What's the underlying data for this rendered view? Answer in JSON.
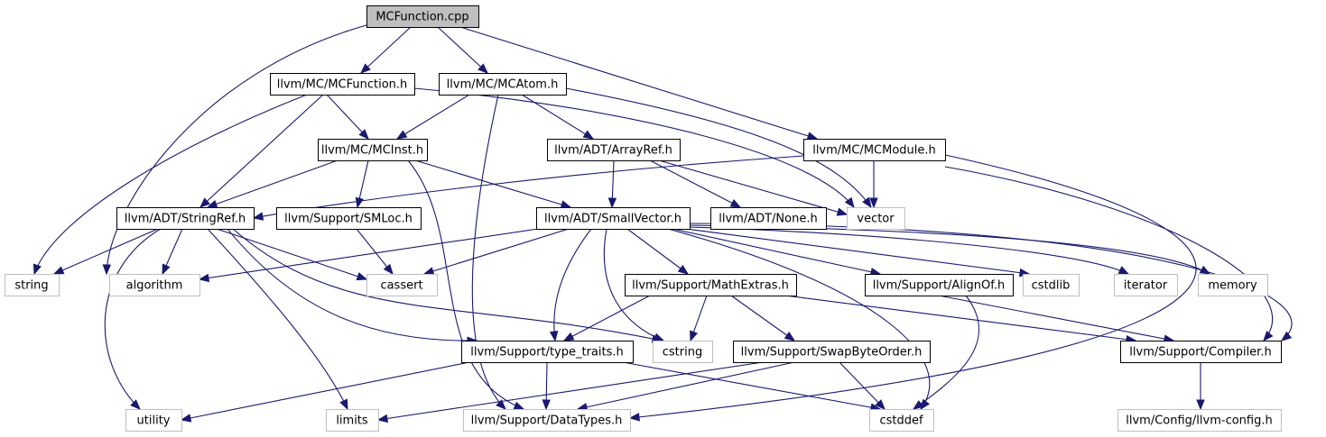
{
  "nodes": [
    {
      "id": "mcfunction_cpp",
      "label": "MCFunction.cpp",
      "kind": "main"
    },
    {
      "id": "mcfunction_h",
      "label": "llvm/MC/MCFunction.h",
      "kind": "local"
    },
    {
      "id": "mcatom_h",
      "label": "llvm/MC/MCAtom.h",
      "kind": "local"
    },
    {
      "id": "mcinst_h",
      "label": "llvm/MC/MCInst.h",
      "kind": "local"
    },
    {
      "id": "arrayref_h",
      "label": "llvm/ADT/ArrayRef.h",
      "kind": "local"
    },
    {
      "id": "mcmodule_h",
      "label": "llvm/MC/MCModule.h",
      "kind": "local"
    },
    {
      "id": "stringref_h",
      "label": "llvm/ADT/StringRef.h",
      "kind": "local"
    },
    {
      "id": "smloc_h",
      "label": "llvm/Support/SMLoc.h",
      "kind": "local"
    },
    {
      "id": "smallvector_h",
      "label": "llvm/ADT/SmallVector.h",
      "kind": "local"
    },
    {
      "id": "none_h",
      "label": "llvm/ADT/None.h",
      "kind": "local"
    },
    {
      "id": "vector",
      "label": "vector",
      "kind": "ext"
    },
    {
      "id": "string",
      "label": "string",
      "kind": "ext"
    },
    {
      "id": "algorithm",
      "label": "algorithm",
      "kind": "ext"
    },
    {
      "id": "cassert",
      "label": "cassert",
      "kind": "ext"
    },
    {
      "id": "mathextras_h",
      "label": "llvm/Support/MathExtras.h",
      "kind": "local"
    },
    {
      "id": "alignof_h",
      "label": "llvm/Support/AlignOf.h",
      "kind": "local"
    },
    {
      "id": "cstdlib",
      "label": "cstdlib",
      "kind": "ext"
    },
    {
      "id": "iterator",
      "label": "iterator",
      "kind": "ext"
    },
    {
      "id": "memory",
      "label": "memory",
      "kind": "ext"
    },
    {
      "id": "type_traits_h",
      "label": "llvm/Support/type_traits.h",
      "kind": "local"
    },
    {
      "id": "cstring",
      "label": "cstring",
      "kind": "ext"
    },
    {
      "id": "swapbyteorder_h",
      "label": "llvm/Support/SwapByteOrder.h",
      "kind": "local"
    },
    {
      "id": "compiler_h",
      "label": "llvm/Support/Compiler.h",
      "kind": "local"
    },
    {
      "id": "utility",
      "label": "utility",
      "kind": "ext"
    },
    {
      "id": "limits",
      "label": "limits",
      "kind": "ext"
    },
    {
      "id": "datatypes_h",
      "label": "llvm/Support/DataTypes.h",
      "kind": "ext"
    },
    {
      "id": "cstddef",
      "label": "cstddef",
      "kind": "ext"
    },
    {
      "id": "llvm_config_h",
      "label": "llvm/Config/llvm-config.h",
      "kind": "ext"
    }
  ],
  "edges": [
    [
      "mcfunction_cpp",
      "mcfunction_h"
    ],
    [
      "mcfunction_cpp",
      "mcatom_h"
    ],
    [
      "mcfunction_cpp",
      "mcmodule_h"
    ],
    [
      "mcfunction_cpp",
      "algorithm"
    ],
    [
      "mcfunction_h",
      "mcinst_h"
    ],
    [
      "mcfunction_h",
      "stringref_h"
    ],
    [
      "mcfunction_h",
      "string"
    ],
    [
      "mcfunction_h",
      "vector"
    ],
    [
      "mcatom_h",
      "mcinst_h"
    ],
    [
      "mcatom_h",
      "arrayref_h"
    ],
    [
      "mcatom_h",
      "datatypes_h"
    ],
    [
      "mcatom_h",
      "vector"
    ],
    [
      "mcinst_h",
      "stringref_h"
    ],
    [
      "mcinst_h",
      "smloc_h"
    ],
    [
      "mcinst_h",
      "smallvector_h"
    ],
    [
      "mcinst_h",
      "datatypes_h"
    ],
    [
      "arrayref_h",
      "smallvector_h"
    ],
    [
      "arrayref_h",
      "none_h"
    ],
    [
      "arrayref_h",
      "vector"
    ],
    [
      "mcmodule_h",
      "stringref_h"
    ],
    [
      "mcmodule_h",
      "vector"
    ],
    [
      "mcmodule_h",
      "compiler_h"
    ],
    [
      "mcmodule_h",
      "datatypes_h"
    ],
    [
      "stringref_h",
      "string"
    ],
    [
      "stringref_h",
      "algorithm"
    ],
    [
      "stringref_h",
      "cassert"
    ],
    [
      "stringref_h",
      "utility"
    ],
    [
      "stringref_h",
      "limits"
    ],
    [
      "stringref_h",
      "type_traits_h"
    ],
    [
      "stringref_h",
      "cstring"
    ],
    [
      "smloc_h",
      "cassert"
    ],
    [
      "smallvector_h",
      "algorithm"
    ],
    [
      "smallvector_h",
      "cassert"
    ],
    [
      "smallvector_h",
      "mathextras_h"
    ],
    [
      "smallvector_h",
      "alignof_h"
    ],
    [
      "smallvector_h",
      "cstdlib"
    ],
    [
      "smallvector_h",
      "iterator"
    ],
    [
      "smallvector_h",
      "memory"
    ],
    [
      "smallvector_h",
      "compiler_h"
    ],
    [
      "smallvector_h",
      "type_traits_h"
    ],
    [
      "smallvector_h",
      "cstring"
    ],
    [
      "smallvector_h",
      "cstddef"
    ],
    [
      "mathextras_h",
      "type_traits_h"
    ],
    [
      "mathextras_h",
      "cstring"
    ],
    [
      "mathextras_h",
      "swapbyteorder_h"
    ],
    [
      "mathextras_h",
      "compiler_h"
    ],
    [
      "alignof_h",
      "compiler_h"
    ],
    [
      "alignof_h",
      "cstddef"
    ],
    [
      "type_traits_h",
      "utility"
    ],
    [
      "type_traits_h",
      "datatypes_h"
    ],
    [
      "type_traits_h",
      "cstddef"
    ],
    [
      "swapbyteorder_h",
      "limits"
    ],
    [
      "swapbyteorder_h",
      "datatypes_h"
    ],
    [
      "swapbyteorder_h",
      "cstddef"
    ],
    [
      "compiler_h",
      "llvm_config_h"
    ]
  ],
  "colors": {
    "edge": "#191970",
    "main_fill": "#bfbfbf",
    "local_border": "#000000",
    "ext_border": "#bfbfbf"
  }
}
